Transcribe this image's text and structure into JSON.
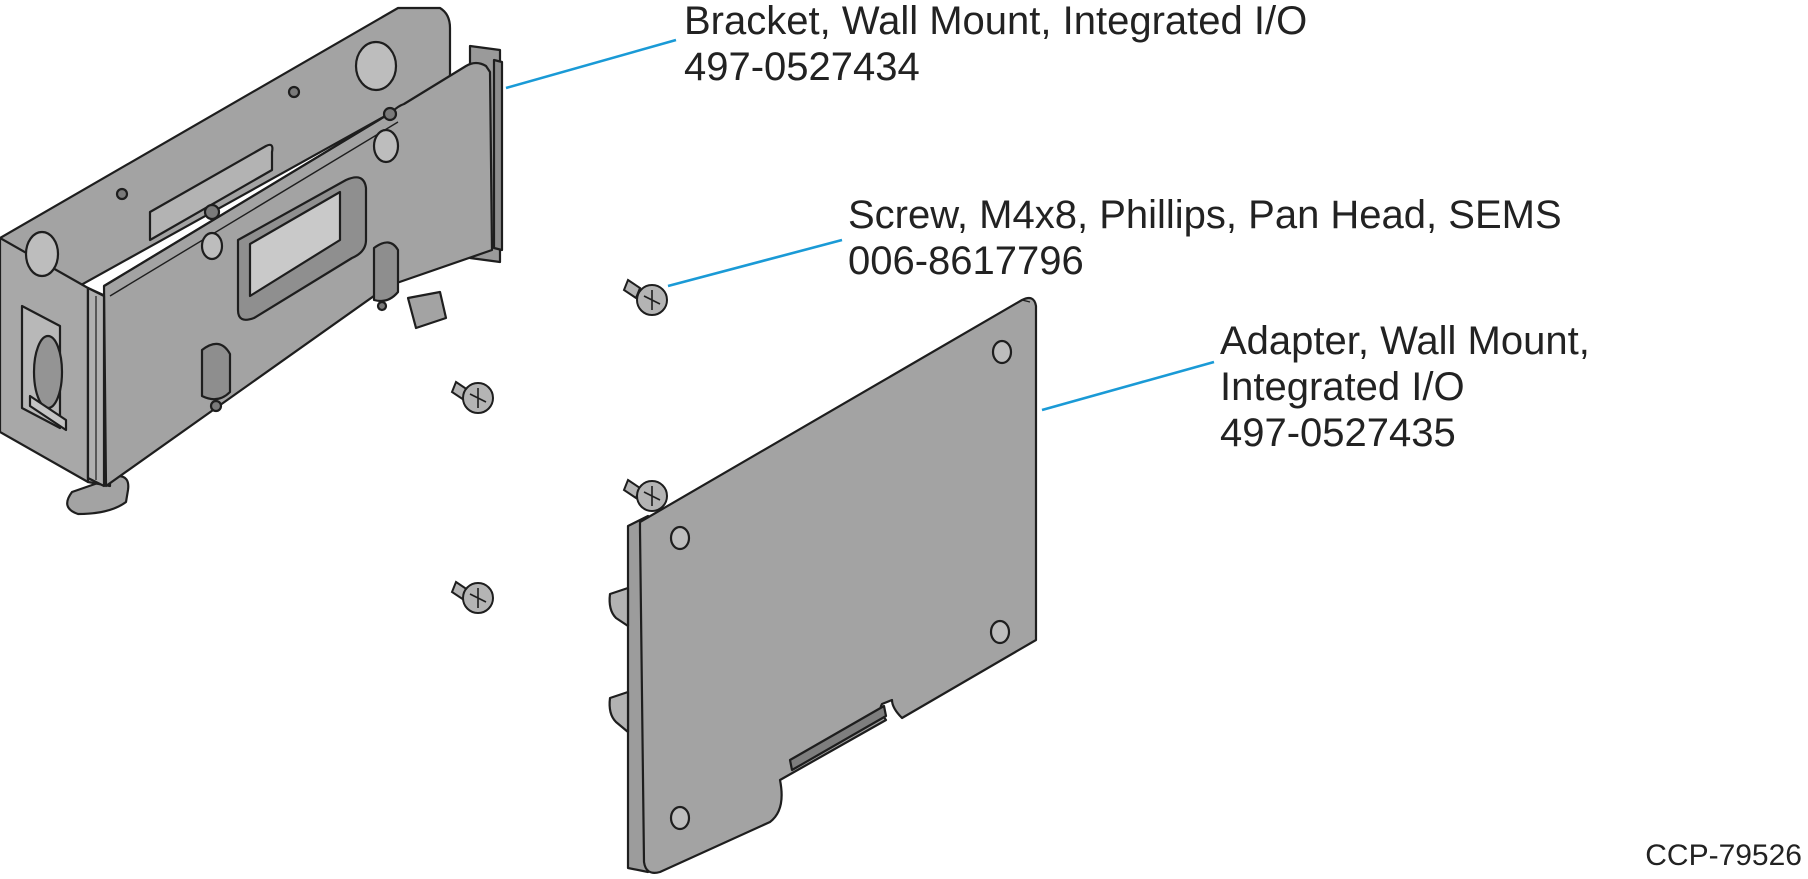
{
  "figure_id": "CCP-79526",
  "leader_color": "#1a9ad6",
  "part_fill": "#a3a3a3",
  "part_edge": "#1e1e1e",
  "callouts": [
    {
      "name": "bracket",
      "title": "Bracket, Wall Mount, Integrated I/O",
      "part_number": "497-0527434"
    },
    {
      "name": "screw",
      "title": "Screw, M4x8, Phillips, Pan Head, SEMS",
      "part_number": "006-8617796"
    },
    {
      "name": "adapter",
      "title_line1": "Adapter, Wall Mount,",
      "title_line2": "Integrated I/O",
      "part_number": "497-0527435"
    }
  ]
}
